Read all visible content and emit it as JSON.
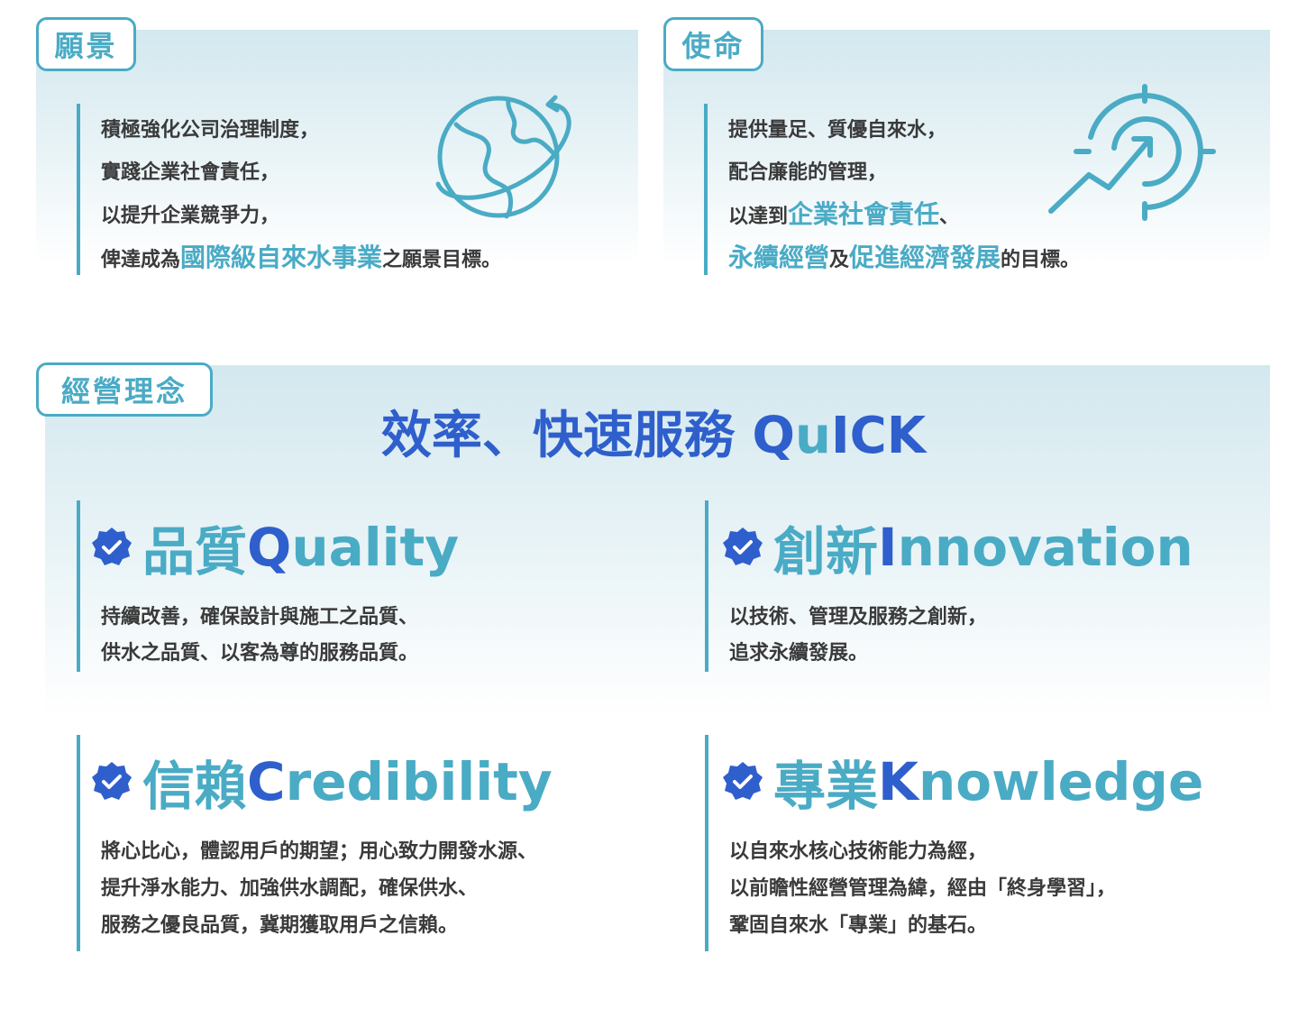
{
  "vision": {
    "tag": "願景",
    "lines": [
      {
        "pre": "積極強化公司治理制度，"
      },
      {
        "pre": "實踐企業社會責任，"
      },
      {
        "pre": "以提升企業競爭力，"
      },
      {
        "pre": "俾達成為",
        "hl": "國際級自來水事業",
        "post": "之願景目標。"
      }
    ]
  },
  "mission": {
    "tag": "使命",
    "line1": "提供量足、質優自來水，",
    "line2": "配合廉能的管理，",
    "line3_pre": "以達到",
    "line3_hl": "企業社會責任",
    "line3_post": "、",
    "line4_hl1": "永續經營",
    "line4_mid": "及",
    "line4_hl2": "促進經濟發展",
    "line4_post": "的目標。"
  },
  "philosophy": {
    "tag": "經營理念",
    "heading_zh": "效率、快速服務 ",
    "heading_q": "Q",
    "heading_u": "u",
    "heading_rest": "ICK"
  },
  "pillars": {
    "quality": {
      "zh": "品質 ",
      "first": "Q",
      "rest": "uality",
      "desc": [
        "持續改善，確保設計與施工之品質、",
        "供水之品質、以客為尊的服務品質。"
      ]
    },
    "innovation": {
      "zh": "創新 ",
      "first": "I",
      "rest": "nnovation",
      "desc": [
        "以技術、管理及服務之創新，",
        "追求永續發展。"
      ]
    },
    "credibility": {
      "zh": "信賴 ",
      "first": "C",
      "rest": "redibility",
      "desc": [
        "將心比心，體認用戶的期望；用心致力開發水源、",
        "提升淨水能力、加強供水調配，確保供水、",
        "服務之優良品質，冀期獲取用戶之信賴。"
      ]
    },
    "knowledge": {
      "zh": "專業 ",
      "first": "K",
      "rest": "nowledge",
      "desc": [
        "以自來水核心技術能力為經，",
        "以前瞻性經營管理為緯，經由「終身學習」，",
        "鞏固自來水「專業」的基石。"
      ]
    }
  },
  "colors": {
    "accent": "#4aabc5",
    "blue": "#2f5fcc",
    "text": "#3a3a3a"
  },
  "icons": {
    "vision": "globe-icon",
    "mission": "target-growth-icon",
    "badge": "check-badge-icon"
  }
}
